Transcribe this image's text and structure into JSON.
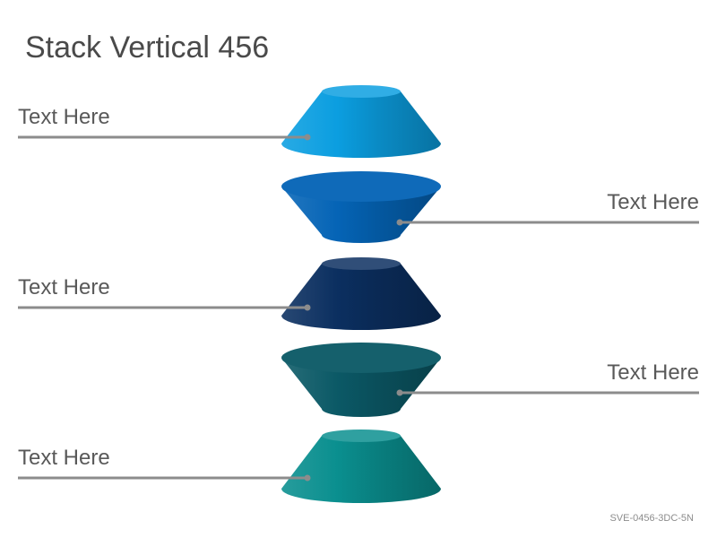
{
  "title": "Stack Vertical 456",
  "footer_code": "SVE-0456-3DC-5N",
  "layers": [
    {
      "label": "Text Here",
      "side": "left",
      "shape": "upright",
      "color": "#0b9ee0"
    },
    {
      "label": "Text Here",
      "side": "right",
      "shape": "inverted",
      "color": "#0564b6"
    },
    {
      "label": "Text Here",
      "side": "left",
      "shape": "upright",
      "color": "#0b2f60"
    },
    {
      "label": "Text Here",
      "side": "right",
      "shape": "inverted",
      "color": "#0b5966"
    },
    {
      "label": "Text Here",
      "side": "left",
      "shape": "upright",
      "color": "#0a8f8f"
    }
  ],
  "connector_color": "#8c8c8c"
}
